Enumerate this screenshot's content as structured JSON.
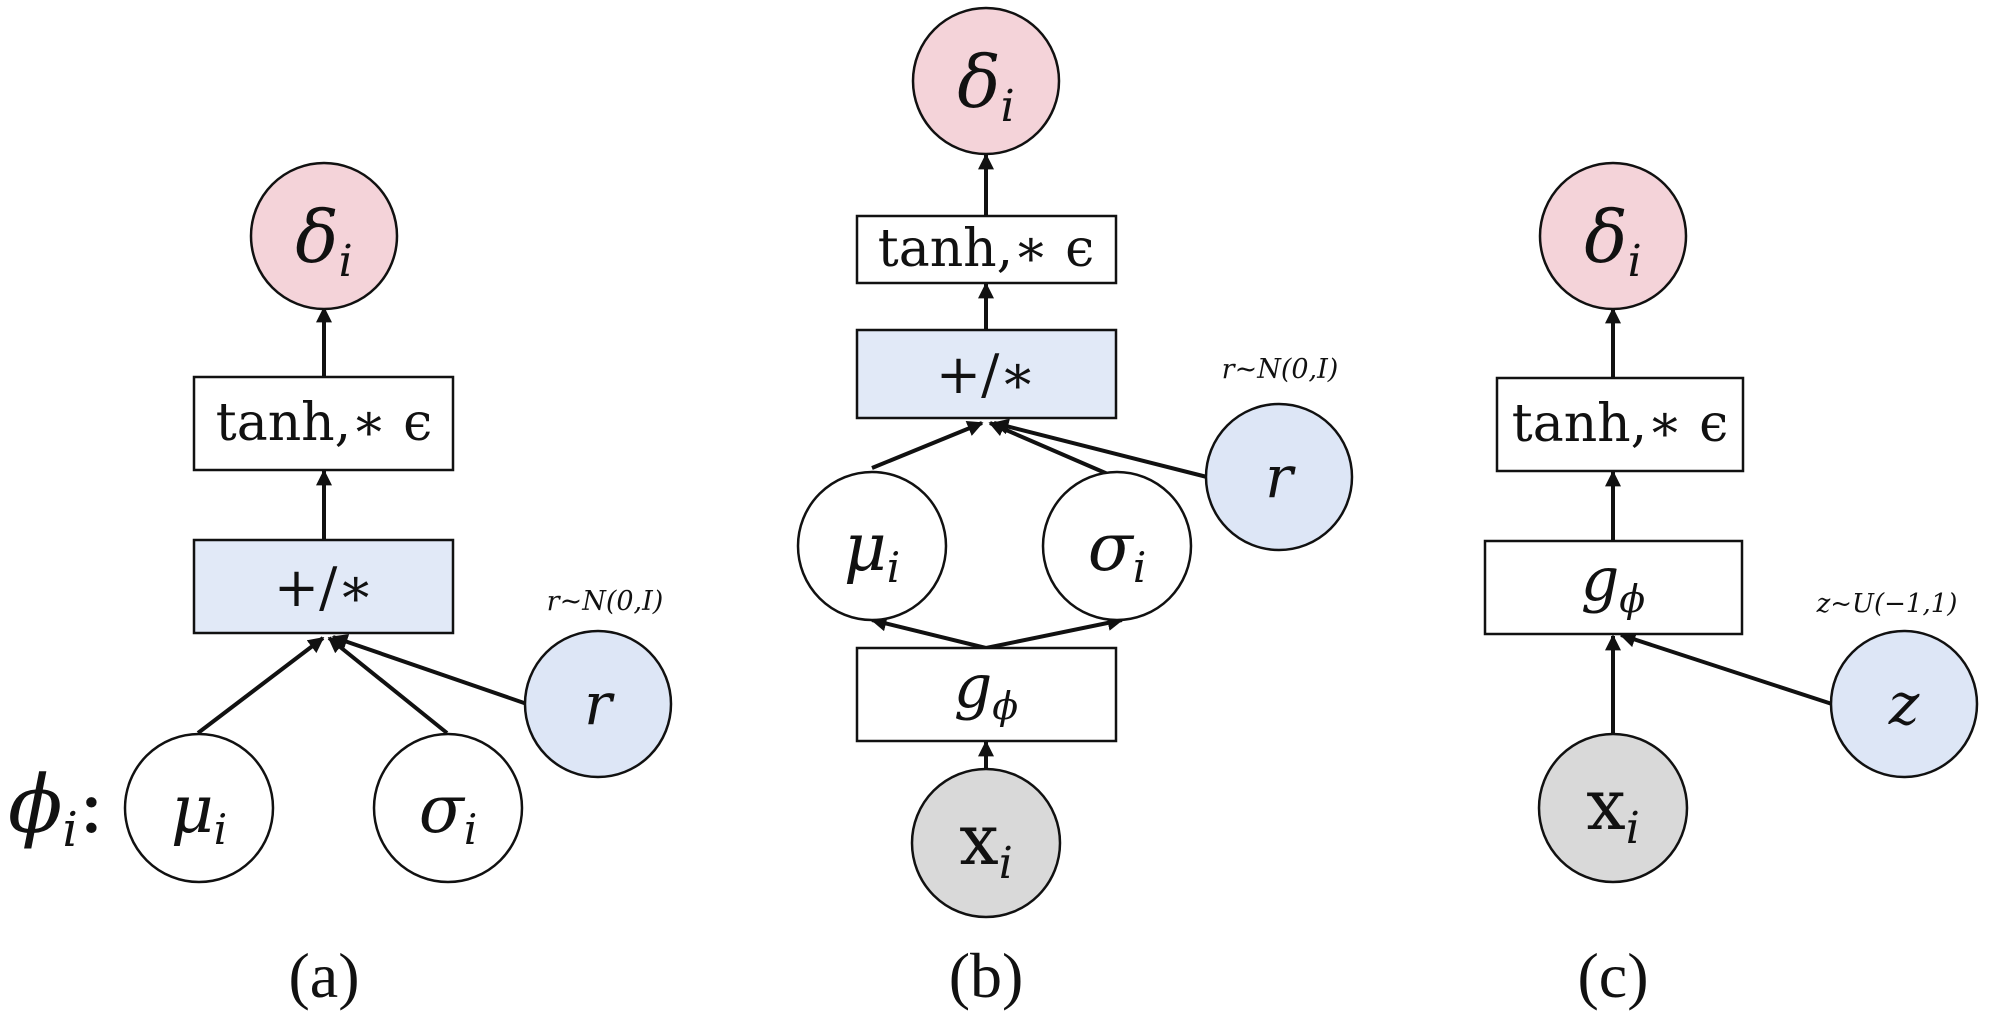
{
  "colors": {
    "output_node": "#f4d3d9",
    "noise_node": "#dde6f6",
    "combine_box": "#e1e9f7",
    "input_node": "#d9d9d9",
    "plain": "#ffffff",
    "stroke": "#111111"
  },
  "panel_a": {
    "caption": "(a)",
    "output": {
      "base": "δ",
      "sub": "i"
    },
    "tanh_box": "tanh,∗ ϵ",
    "combine_box": "+/∗",
    "noise_label": "r~N(0,I)",
    "noise_node": "r",
    "params_label": {
      "base": "ϕ",
      "sub": "i",
      "suffix": ":"
    },
    "mu_node": {
      "base": "μ",
      "sub": "i"
    },
    "sigma_node": {
      "base": "σ",
      "sub": "i"
    }
  },
  "panel_b": {
    "caption": "(b)",
    "output": {
      "base": "δ",
      "sub": "i"
    },
    "tanh_box": "tanh,∗ ϵ",
    "combine_box": "+/∗",
    "noise_label": "r~N(0,I)",
    "noise_node": "r",
    "mu_node": {
      "base": "μ",
      "sub": "i"
    },
    "sigma_node": {
      "base": "σ",
      "sub": "i"
    },
    "g_box": {
      "base": "g",
      "sub": "ϕ"
    },
    "input_node": {
      "base": "x",
      "sub": "i"
    }
  },
  "panel_c": {
    "caption": "(c)",
    "output": {
      "base": "δ",
      "sub": "i"
    },
    "tanh_box": "tanh,∗ ϵ",
    "g_box": {
      "base": "g",
      "sub": "ϕ"
    },
    "noise_label": "z~U(−1,1)",
    "noise_node": "z",
    "input_node": {
      "base": "x",
      "sub": "i"
    }
  }
}
